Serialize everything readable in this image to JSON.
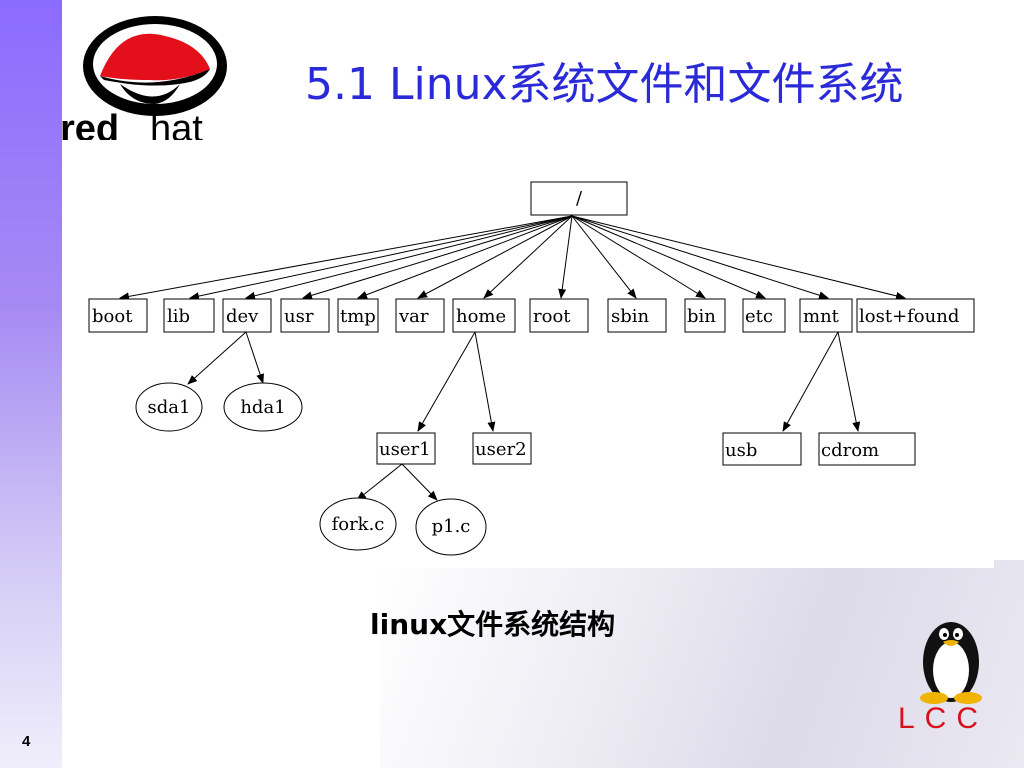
{
  "slide": {
    "title": "5.1  Linux系统文件和文件系统",
    "caption": "linux文件系统结构",
    "page_number": "4",
    "title_color": "#2a2ad8"
  },
  "logo": {
    "brand_left": "red",
    "brand_right": "hat",
    "mark": "redhat-logo"
  },
  "badge": {
    "text": "LCC",
    "icon": "tux-penguin-icon"
  },
  "diagram": {
    "root": "/",
    "level1": [
      "boot",
      "lib",
      "dev",
      "usr",
      "tmp",
      "var",
      "home",
      "root",
      "sbin",
      "bin",
      "etc",
      "mnt",
      "lost+found"
    ],
    "dev_children": [
      "sda1",
      "hda1"
    ],
    "home_children": [
      "user1",
      "user2"
    ],
    "user1_children": [
      "fork.c",
      "p1.c"
    ],
    "mnt_children": [
      "usb",
      "cdrom"
    ]
  }
}
